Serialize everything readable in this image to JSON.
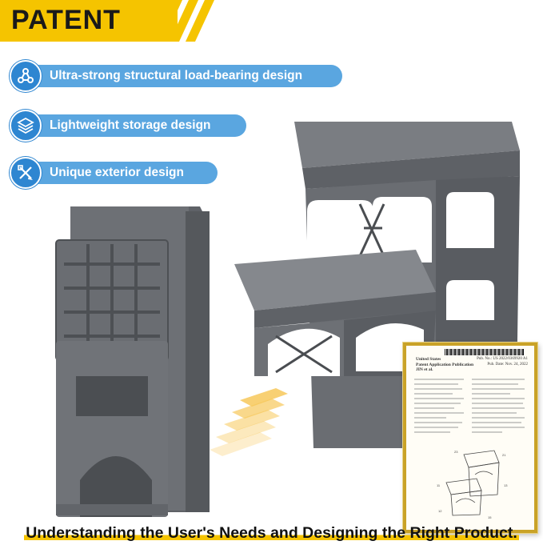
{
  "banner": {
    "text": "PATENT"
  },
  "features": [
    {
      "icon": "load-structure-icon",
      "label": "Ultra-strong structural load-bearing design"
    },
    {
      "icon": "storage-cube-icon",
      "label": "Lightweight storage design"
    },
    {
      "icon": "design-tools-icon",
      "label": "Unique exterior design"
    }
  ],
  "patent_document": {
    "header_left": [
      "United States",
      "Patent Application Publication",
      "JIN et al."
    ],
    "header_right": [
      "Pub. No.: US 2022/0369920 A1",
      "Pub. Date: Nov. 24, 2022"
    ]
  },
  "footer": {
    "tagline": "Understanding the User's Needs and Designing the Right Product."
  },
  "colors": {
    "banner": "#f5c400",
    "pill": "#5aa6e0",
    "icon_circle": "#2e86d1",
    "stool": "#6b6e73",
    "frame": "#c9a227"
  }
}
